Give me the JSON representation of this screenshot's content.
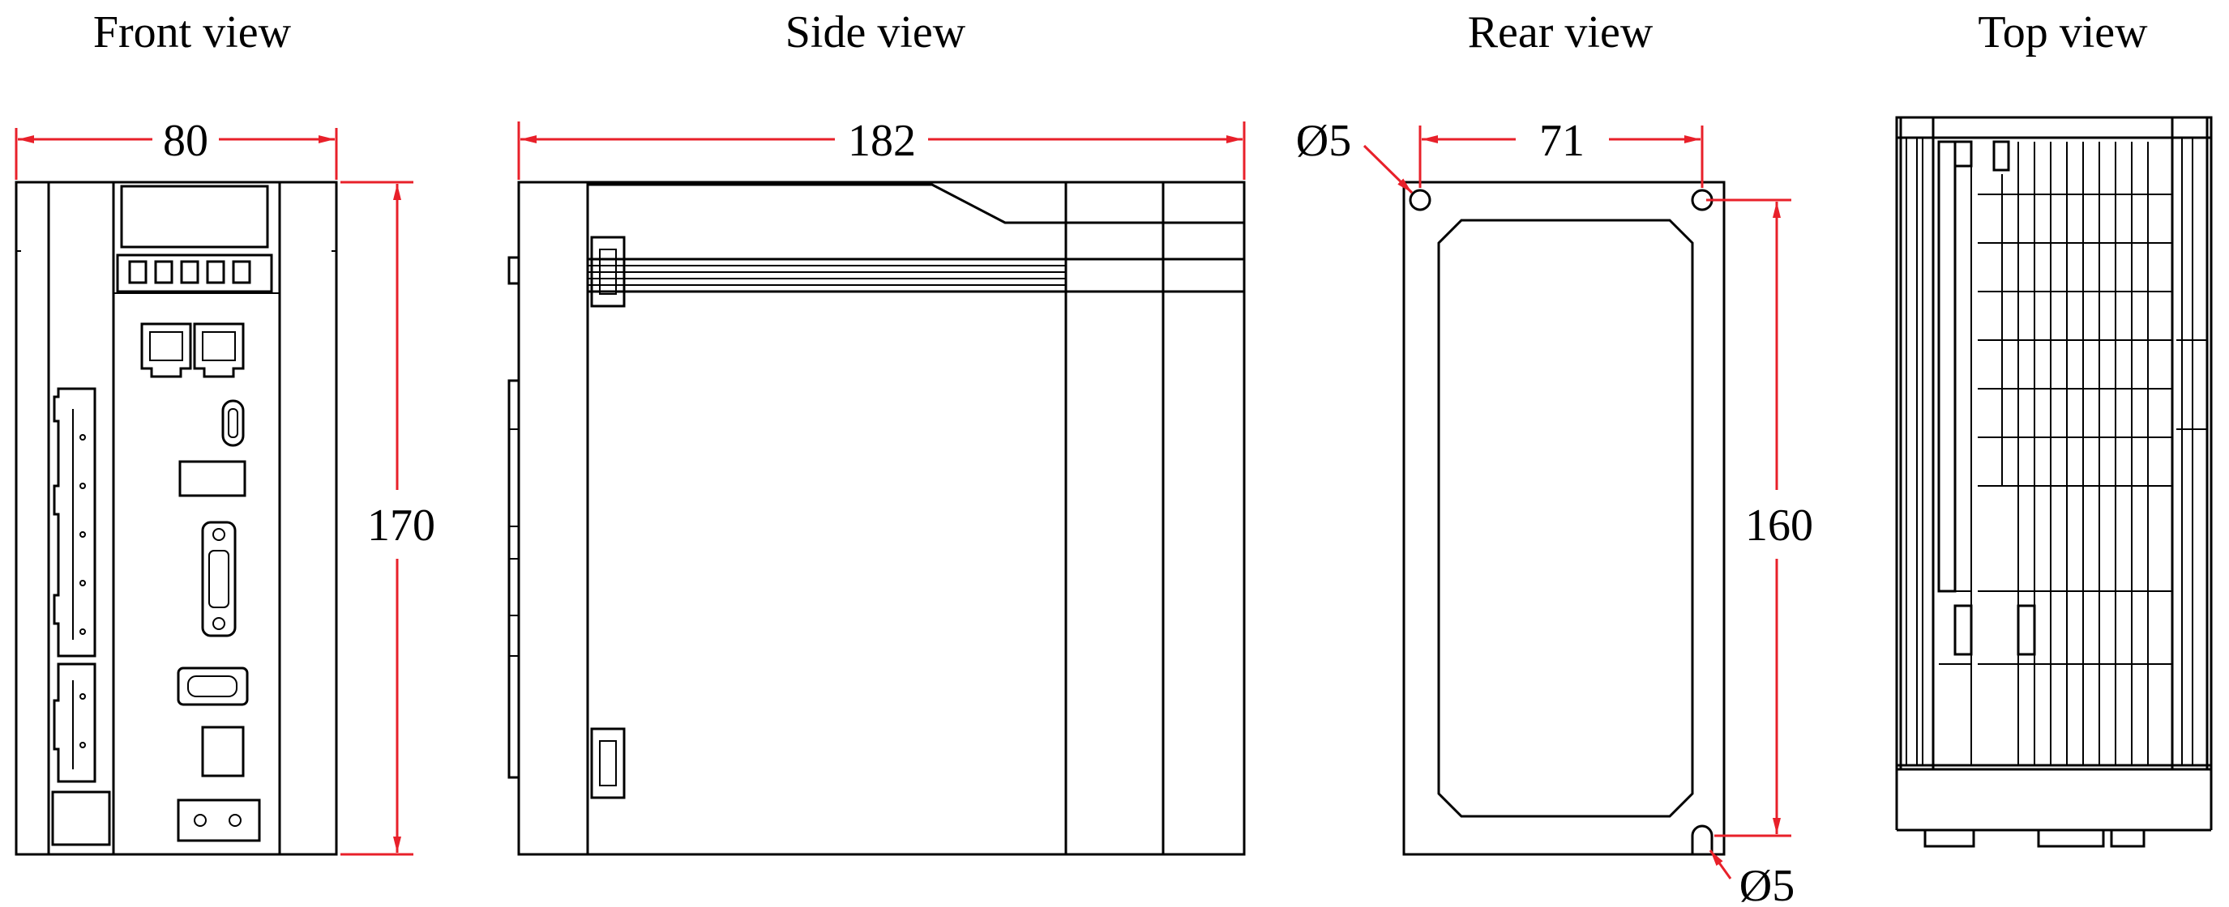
{
  "views": [
    {
      "id": "front",
      "title": "Front view"
    },
    {
      "id": "side",
      "title": "Side view"
    },
    {
      "id": "rear",
      "title": "Rear view"
    },
    {
      "id": "top",
      "title": "Top view"
    }
  ],
  "dimensions": {
    "front_width": "80",
    "front_height": "170",
    "side_depth": "182",
    "rear_hole_spacing_x": "71",
    "rear_hole_spacing_y": "160",
    "hole_top": "Ø5",
    "hole_bottom": "Ø5"
  },
  "colors": {
    "dimension_line": "#e8202a",
    "outline": "#000000"
  }
}
